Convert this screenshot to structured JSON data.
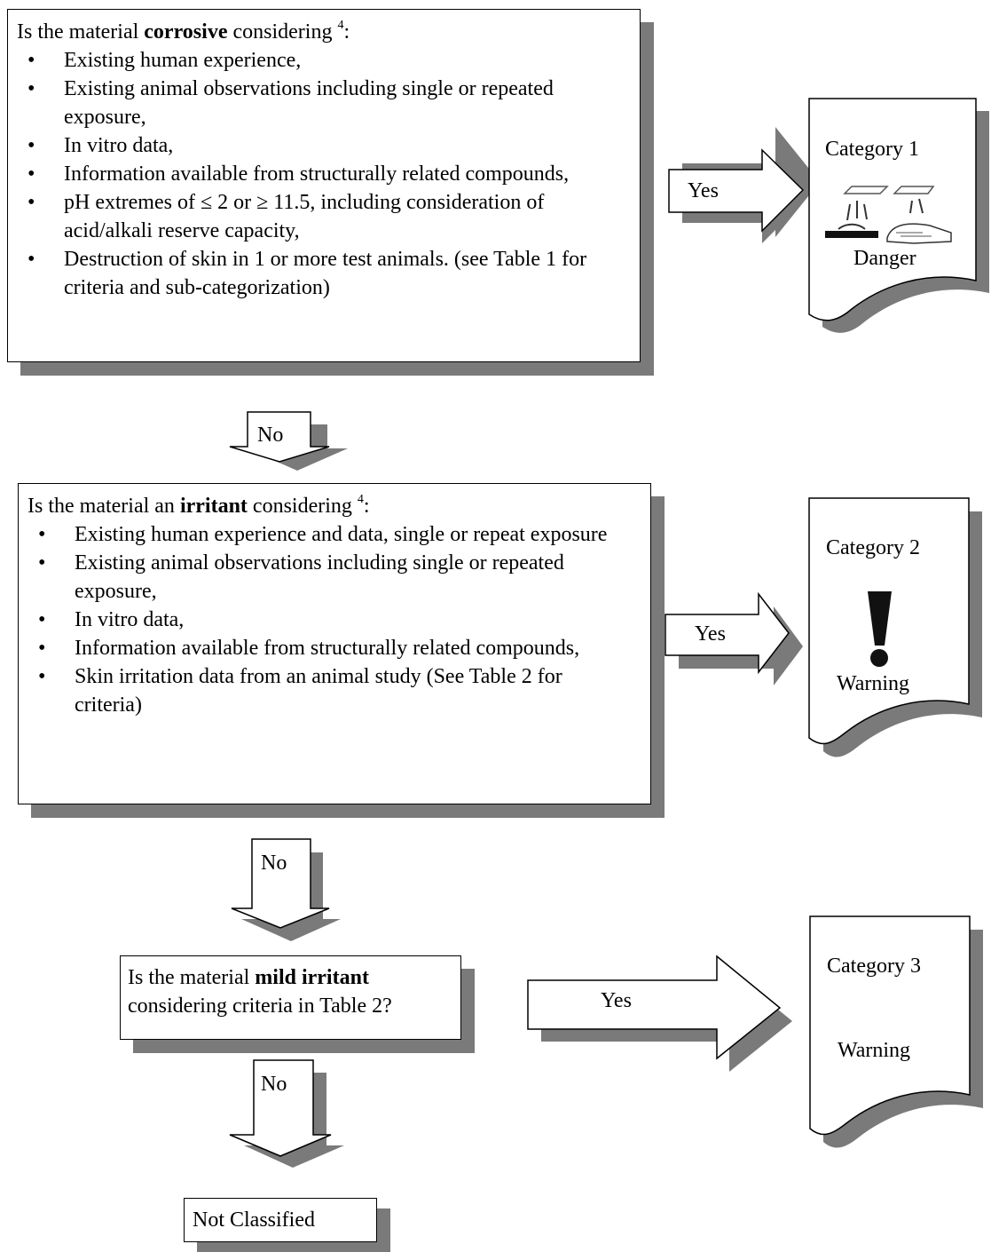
{
  "q1": {
    "pre": "Is the material ",
    "keyword": "corrosive",
    "post": " considering ",
    "footnote": "4",
    "colon": ":",
    "items": [
      "Existing human experience,",
      "Existing animal observations including single or repeated exposure,",
      "In vitro data,",
      "Information available from structurally related compounds,",
      "pH extremes of ≤ 2 or ≥ 11.5, including consideration of acid/alkali reserve capacity,",
      "Destruction of skin in 1 or more test animals.  (see Table 1 for criteria and sub-categorization)"
    ]
  },
  "q2": {
    "pre": "Is the material an ",
    "keyword": "irritant",
    "post": " considering ",
    "footnote": "4",
    "colon": ":",
    "items": [
      "Existing human experience and data, single or repeat exposure",
      "Existing animal observations including single or repeated exposure,",
      "In vitro data,",
      "Information available from structurally related compounds,",
      "Skin irritation data from an animal study (See Table 2 for criteria)"
    ]
  },
  "q3": {
    "pre": "Is the material ",
    "keyword": "mild irritant",
    "line2": "considering criteria in Table 2?"
  },
  "arrows": {
    "yes1": "Yes",
    "yes2": "Yes",
    "yes3": "Yes",
    "no1": "No",
    "no2": "No",
    "no3": "No"
  },
  "categories": {
    "cat1": {
      "label": "Category 1",
      "signal": "Danger",
      "pictogram": "corrosion-icon"
    },
    "cat2": {
      "label": "Category 2",
      "signal": "Warning",
      "pictogram": "exclamation-icon"
    },
    "cat3": {
      "label": "Category 3",
      "signal": "Warning"
    }
  },
  "not_classified": "Not Classified",
  "colors": {
    "shadow": "#7a7a7a",
    "stroke": "#000000",
    "fill": "#ffffff"
  }
}
